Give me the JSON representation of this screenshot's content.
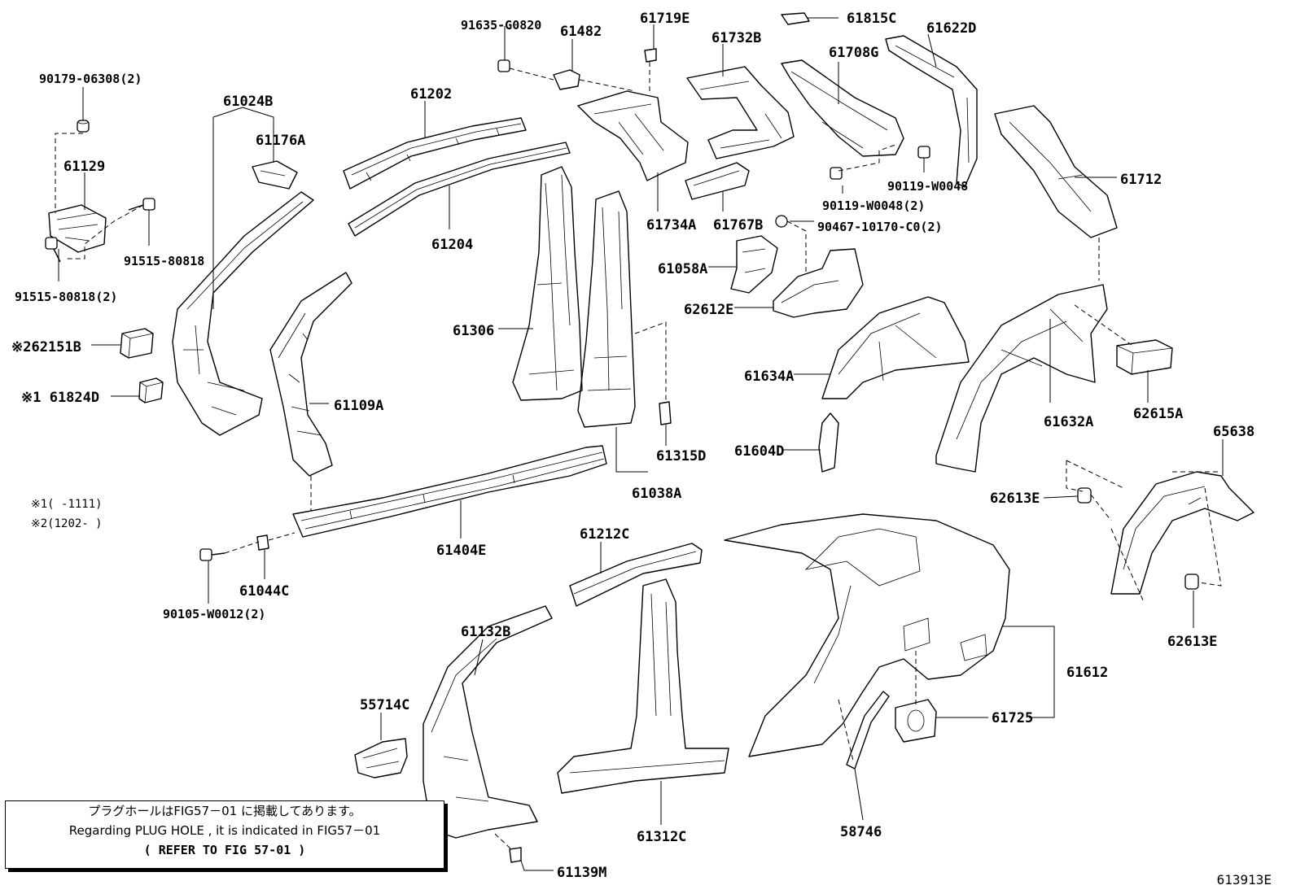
{
  "labels": {
    "p91635": "91635-G0820",
    "p61482": "61482",
    "p61719E": "61719E",
    "p61732B": "61732B",
    "p61815C": "61815C",
    "p61622D": "61622D",
    "p61708G": "61708G",
    "p90179": "90179-06308(2)",
    "p61024B": "61024B",
    "p61202": "61202",
    "p61176A": "61176A",
    "p61129": "61129",
    "p91515a": "91515-80818",
    "p91515b": "91515-80818(2)",
    "p61204": "61204",
    "p61734A": "61734A",
    "p61767B": "61767B",
    "p90119a": "90119-W0048(2)",
    "p90119b": "90119-W0048",
    "p90467": "90467-10170-C0(2)",
    "p61712": "61712",
    "p61058A": "61058A",
    "p62612E": "62612E",
    "p62151B": "※262151B",
    "p61306": "61306",
    "p61634A": "61634A",
    "p61824D": "※1 61824D",
    "p61109A": "61109A",
    "p61632A": "61632A",
    "p62615A": "62615A",
    "p65638": "65638",
    "p61604D": "61604D",
    "p61315D": "61315D",
    "p61038A": "61038A",
    "p62613Ea": "62613E",
    "p62613Eb": "62613E",
    "p61404E": "61404E",
    "p61212C": "61212C",
    "p61044C": "61044C",
    "p90105": "90105-W0012(2)",
    "p61132B": "61132B",
    "p61612": "61612",
    "p55714C": "55714C",
    "p61725": "61725",
    "p58746": "58746",
    "p61312C": "61312C",
    "p61139M": "61139M"
  },
  "footnotes": {
    "n1": "※1(      -1111)",
    "n2": "※2(1202-      )"
  },
  "notice": {
    "line1": "プラグホールはFIG57－01 に掲載してあります。",
    "line2": "Regarding PLUG HOLE , it is indicated in FIG57－01",
    "line3": "(    REFER TO FIG 57-01  )"
  },
  "figure_id": "613913E"
}
